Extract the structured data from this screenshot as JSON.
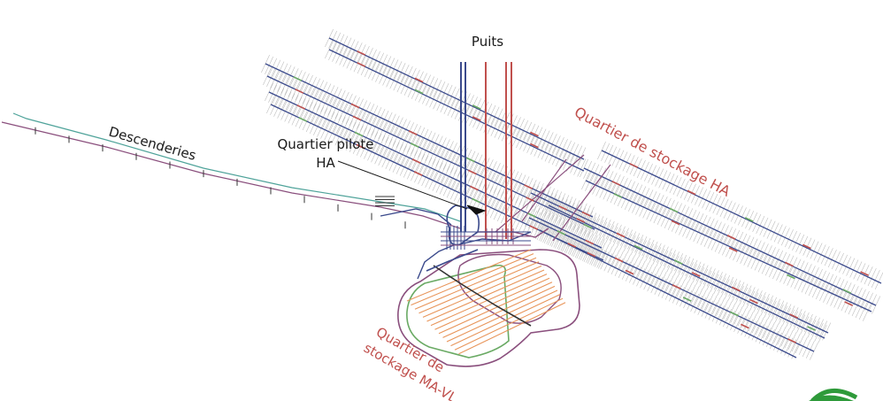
{
  "labels": {
    "puits": "Puits",
    "descenderies": "Descenderies",
    "quartier_pilote_line1": "Quartier pilote",
    "quartier_pilote_line2": "HA",
    "quartier_ha": "Quartier de stockage HA",
    "quartier_mavl_line1": "Quartier de",
    "quartier_mavl_line2": "stockage MA-VL"
  },
  "colors": {
    "blue": "#3b4a8c",
    "red": "#c0504d",
    "green": "#6aaa64",
    "purple": "#8a4f7d",
    "orange": "#e8955a",
    "teal": "#4fa39a",
    "grey_hatch": "#a9a9a9",
    "dark": "#333333",
    "logo_green": "#2e9a3a"
  },
  "icons": {
    "logo": "green-circle-logo"
  }
}
